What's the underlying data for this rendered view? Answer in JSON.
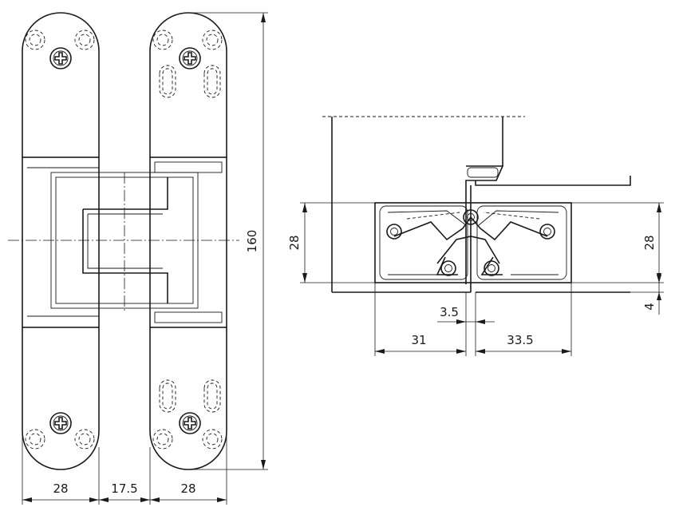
{
  "front_view": {
    "height_dim": "160",
    "leaf_width_left": "28",
    "gap_width": "17.5",
    "leaf_width_right": "28"
  },
  "section_view": {
    "body_height_left": "28",
    "body_height_right": "28",
    "offset_bottom": "4",
    "gap_dim": "3.5",
    "depth_left": "31",
    "depth_right": "33.5"
  }
}
